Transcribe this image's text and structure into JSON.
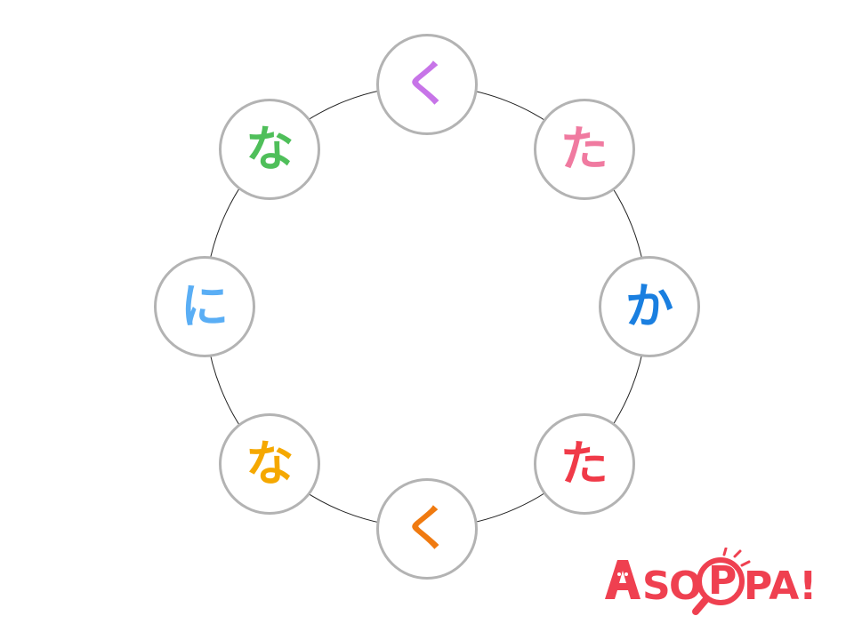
{
  "ring": {
    "nodes": [
      {
        "char": "く",
        "color": "#c774e8"
      },
      {
        "char": "た",
        "color": "#f07aa0"
      },
      {
        "char": "か",
        "color": "#1a7fe0"
      },
      {
        "char": "た",
        "color": "#f03a48"
      },
      {
        "char": "く",
        "color": "#f07a10"
      },
      {
        "char": "な",
        "color": "#f5a800"
      },
      {
        "char": "に",
        "color": "#5aaef5"
      },
      {
        "char": "な",
        "color": "#4fbf5a"
      }
    ]
  },
  "logo": {
    "text": "ASOPPA!",
    "color": "#ef4050"
  }
}
